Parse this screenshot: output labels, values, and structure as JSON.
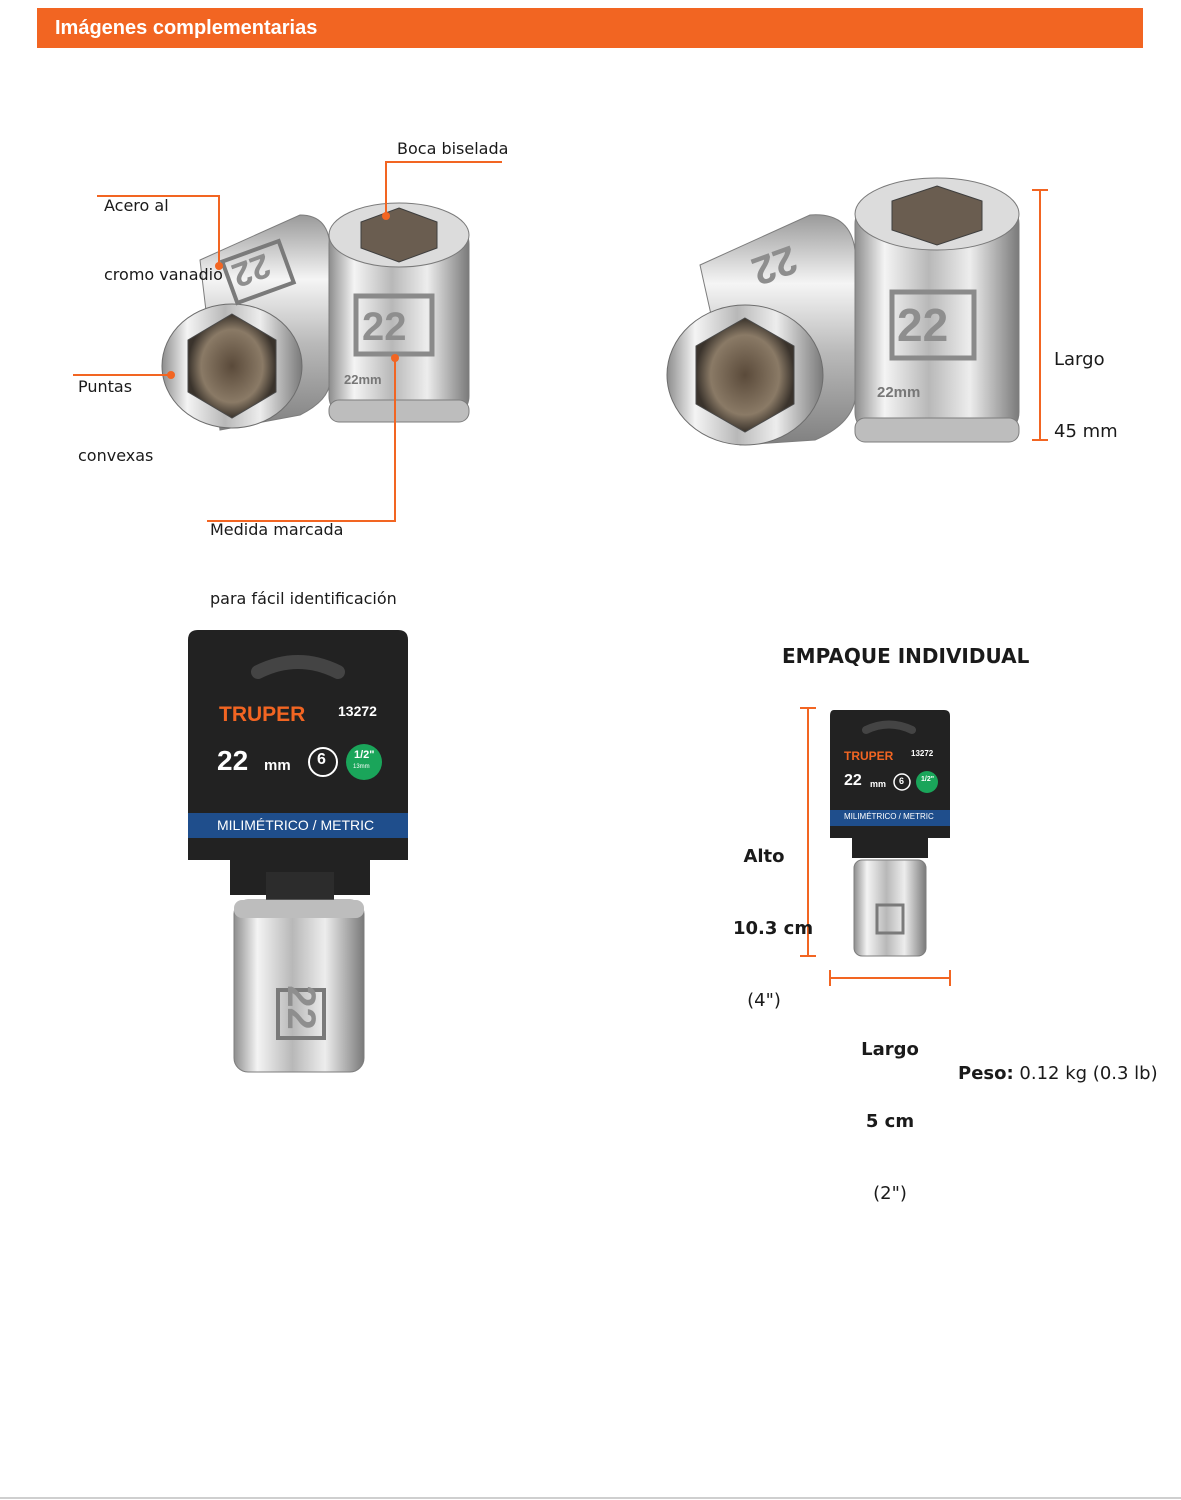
{
  "header": {
    "title": "Imágenes complementarias",
    "color": "#f26522"
  },
  "callouts": {
    "acero_line1": "Acero al",
    "acero_line2": "cromo vanadio",
    "boca": "Boca biselada",
    "puntas_line1": "Puntas",
    "puntas_line2": "convexas",
    "medida_line1": "Medida marcada",
    "medida_line2": "para fácil identificación"
  },
  "socket": {
    "size_mark": "22",
    "engraving": "22mm"
  },
  "dimension_top": {
    "line1": "Largo",
    "line2": "45 mm"
  },
  "card": {
    "brand": "TRUPER",
    "code": "13272",
    "size": "22",
    "unit": "mm",
    "points": "6",
    "drive": "1/2\"",
    "drive_sub": "13mm",
    "band": "MILIMÉTRICO / METRIC"
  },
  "package": {
    "title": "EMPAQUE INDIVIDUAL",
    "alto": {
      "line1": "Alto",
      "line2": "10.3 cm",
      "line3": "(4\")"
    },
    "largo": {
      "line1": "Largo",
      "line2": "5 cm",
      "line3": "(2\")"
    },
    "peso_label": "Peso:",
    "peso_value": "0.12 kg (0.3 lb)"
  },
  "colors": {
    "accent": "#f26522",
    "card_dark": "#1e1e1e",
    "band_blue": "#1f4e8c",
    "green": "#1aa55a",
    "chrome": "#c9c9c9"
  }
}
